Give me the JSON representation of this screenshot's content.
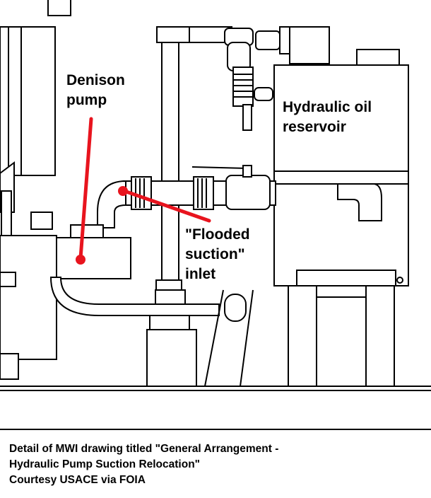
{
  "labels": {
    "pump": [
      "Denison",
      "pump"
    ],
    "reservoir": [
      "Hydraulic oil",
      "reservoir"
    ],
    "inlet": [
      "\"Flooded",
      "suction\"",
      "inlet"
    ]
  },
  "caption": [
    "Detail of MWI drawing titled \"General Arrangement -",
    "Hydraulic Pump Suction Relocation\"",
    "Courtesy USACE via FOIA"
  ],
  "colors": {
    "annotation": "#e8141e",
    "line": "#000000",
    "background": "#ffffff"
  }
}
